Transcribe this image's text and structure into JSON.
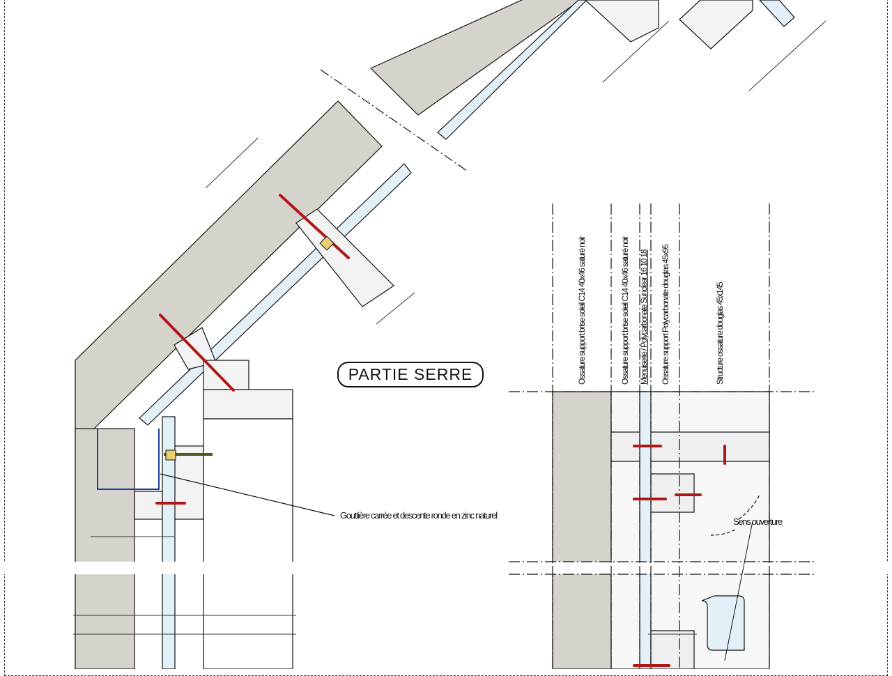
{
  "title": "PARTIE SERRE",
  "section_labels": [
    "Ossature support brise soleil C14 40x46 saturé noir",
    "Ossature support brise soleil C14 40x46 saturé noir",
    "Menuiserie / Polycarbonate Sunclear 16 10 18",
    "Ossature support Polycarbonate douglas 45x95",
    "Structure ossature douglas 45x145"
  ],
  "notes": {
    "gutter": "Gouttière carrée et descente ronde en zinc naturel",
    "opening": "Sens ouverture"
  },
  "colors": {
    "concrete": "#d6d2cc",
    "glass": "#e3f0f8",
    "screw": "#b01818",
    "line": "#111111"
  }
}
